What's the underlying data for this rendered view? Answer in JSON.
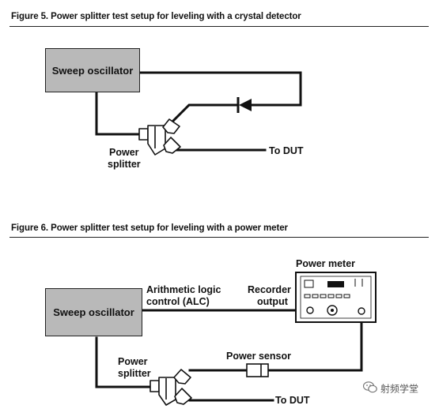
{
  "figure5": {
    "caption": "Figure 5. Power splitter test setup for leveling with a crystal detector",
    "oscillator_label": "Sweep oscillator",
    "splitter_label_1": "Power",
    "splitter_label_2": "splitter",
    "dut_label": "To DUT"
  },
  "figure6": {
    "caption": "Figure 6. Power splitter test setup for leveling with a power meter",
    "oscillator_label": "Sweep oscillator",
    "alc_label_1": "Arithmetic logic",
    "alc_label_2": "control (ALC)",
    "recorder_label_1": "Recorder",
    "recorder_label_2": "output",
    "power_meter_label": "Power meter",
    "sensor_label": "Power sensor",
    "splitter_label_1": "Power",
    "splitter_label_2": "splitter",
    "dut_label": "To DUT"
  },
  "watermark": {
    "icon": "wechat-icon",
    "text": "射频学堂"
  }
}
